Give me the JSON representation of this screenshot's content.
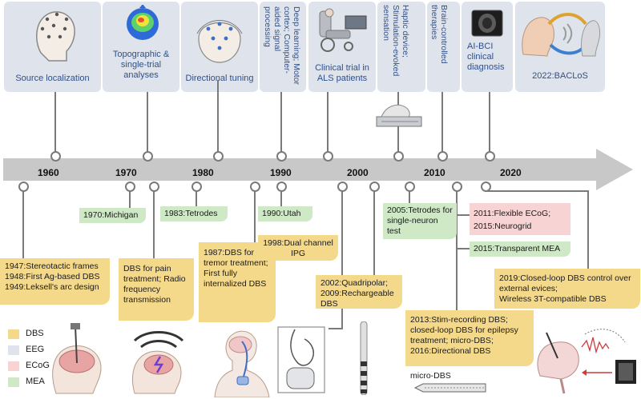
{
  "top_captions": {
    "source_localization": "Source localization",
    "topographic": "Topographic & single-trial analyses",
    "directional_tuning": "Directional tuning",
    "deep_learning": "Deep learning; Motor cortex; Computer-aided signal processing",
    "clinical_trial": "Clinical trial in ALS patients",
    "haptic": "Haptic device; Stimulation-evoked sensation",
    "brain_controlled": "Brain-controlled therapies",
    "ai_bci": "AI-BCI clinical diagnosis",
    "baclos": "2022:BACLoS"
  },
  "years": [
    "1960",
    "1970",
    "1980",
    "1990",
    "2000",
    "2010",
    "2020"
  ],
  "green_labels": {
    "michigan": "1970:Michigan",
    "tetrodes": "1983:Tetrodes",
    "utah": "1990:Utah",
    "tetrodes_single": "2005:Tetrodes for single-neuron test",
    "transparent_mea": "2015:Transparent MEA"
  },
  "pink_labels": {
    "flexible_ecog": "2011:Flexible ECoG;",
    "neurogrid": "2015:Neurogrid"
  },
  "dbs_labels": {
    "stereotactic": "1947:Stereotactic frames",
    "first_ag": "1948:First Ag-based DBS",
    "leksell": "1949:Leksell's arc design",
    "pain": "DBS for pain treatment; Radio frequency transmission",
    "tremor": "1987:DBS for tremor treatment; First fully internalized DBS",
    "dual_channel": "1998:Dual channel IPG",
    "quadripolar": "2002:Quadripolar;",
    "rechargeable": "2009:Rechargeable DBS",
    "closed_loop_line1": "2019:Closed-loop DBS control over external evices;",
    "closed_loop_line2": "Wireless 3T-compatible DBS",
    "stim_recording": "2013:Stim-recording DBS; closed-loop DBS for epilepsy treatment; micro-DBS;",
    "directional": "2016:Directional DBS"
  },
  "micro_dbs_label": "micro-DBS",
  "legend": [
    {
      "label": "DBS",
      "color": "#f5d98b"
    },
    {
      "label": "EEG",
      "color": "#dfe4ec"
    },
    {
      "label": "ECoG",
      "color": "#f7d3d3"
    },
    {
      "label": "MEA",
      "color": "#cfe8c6"
    }
  ]
}
